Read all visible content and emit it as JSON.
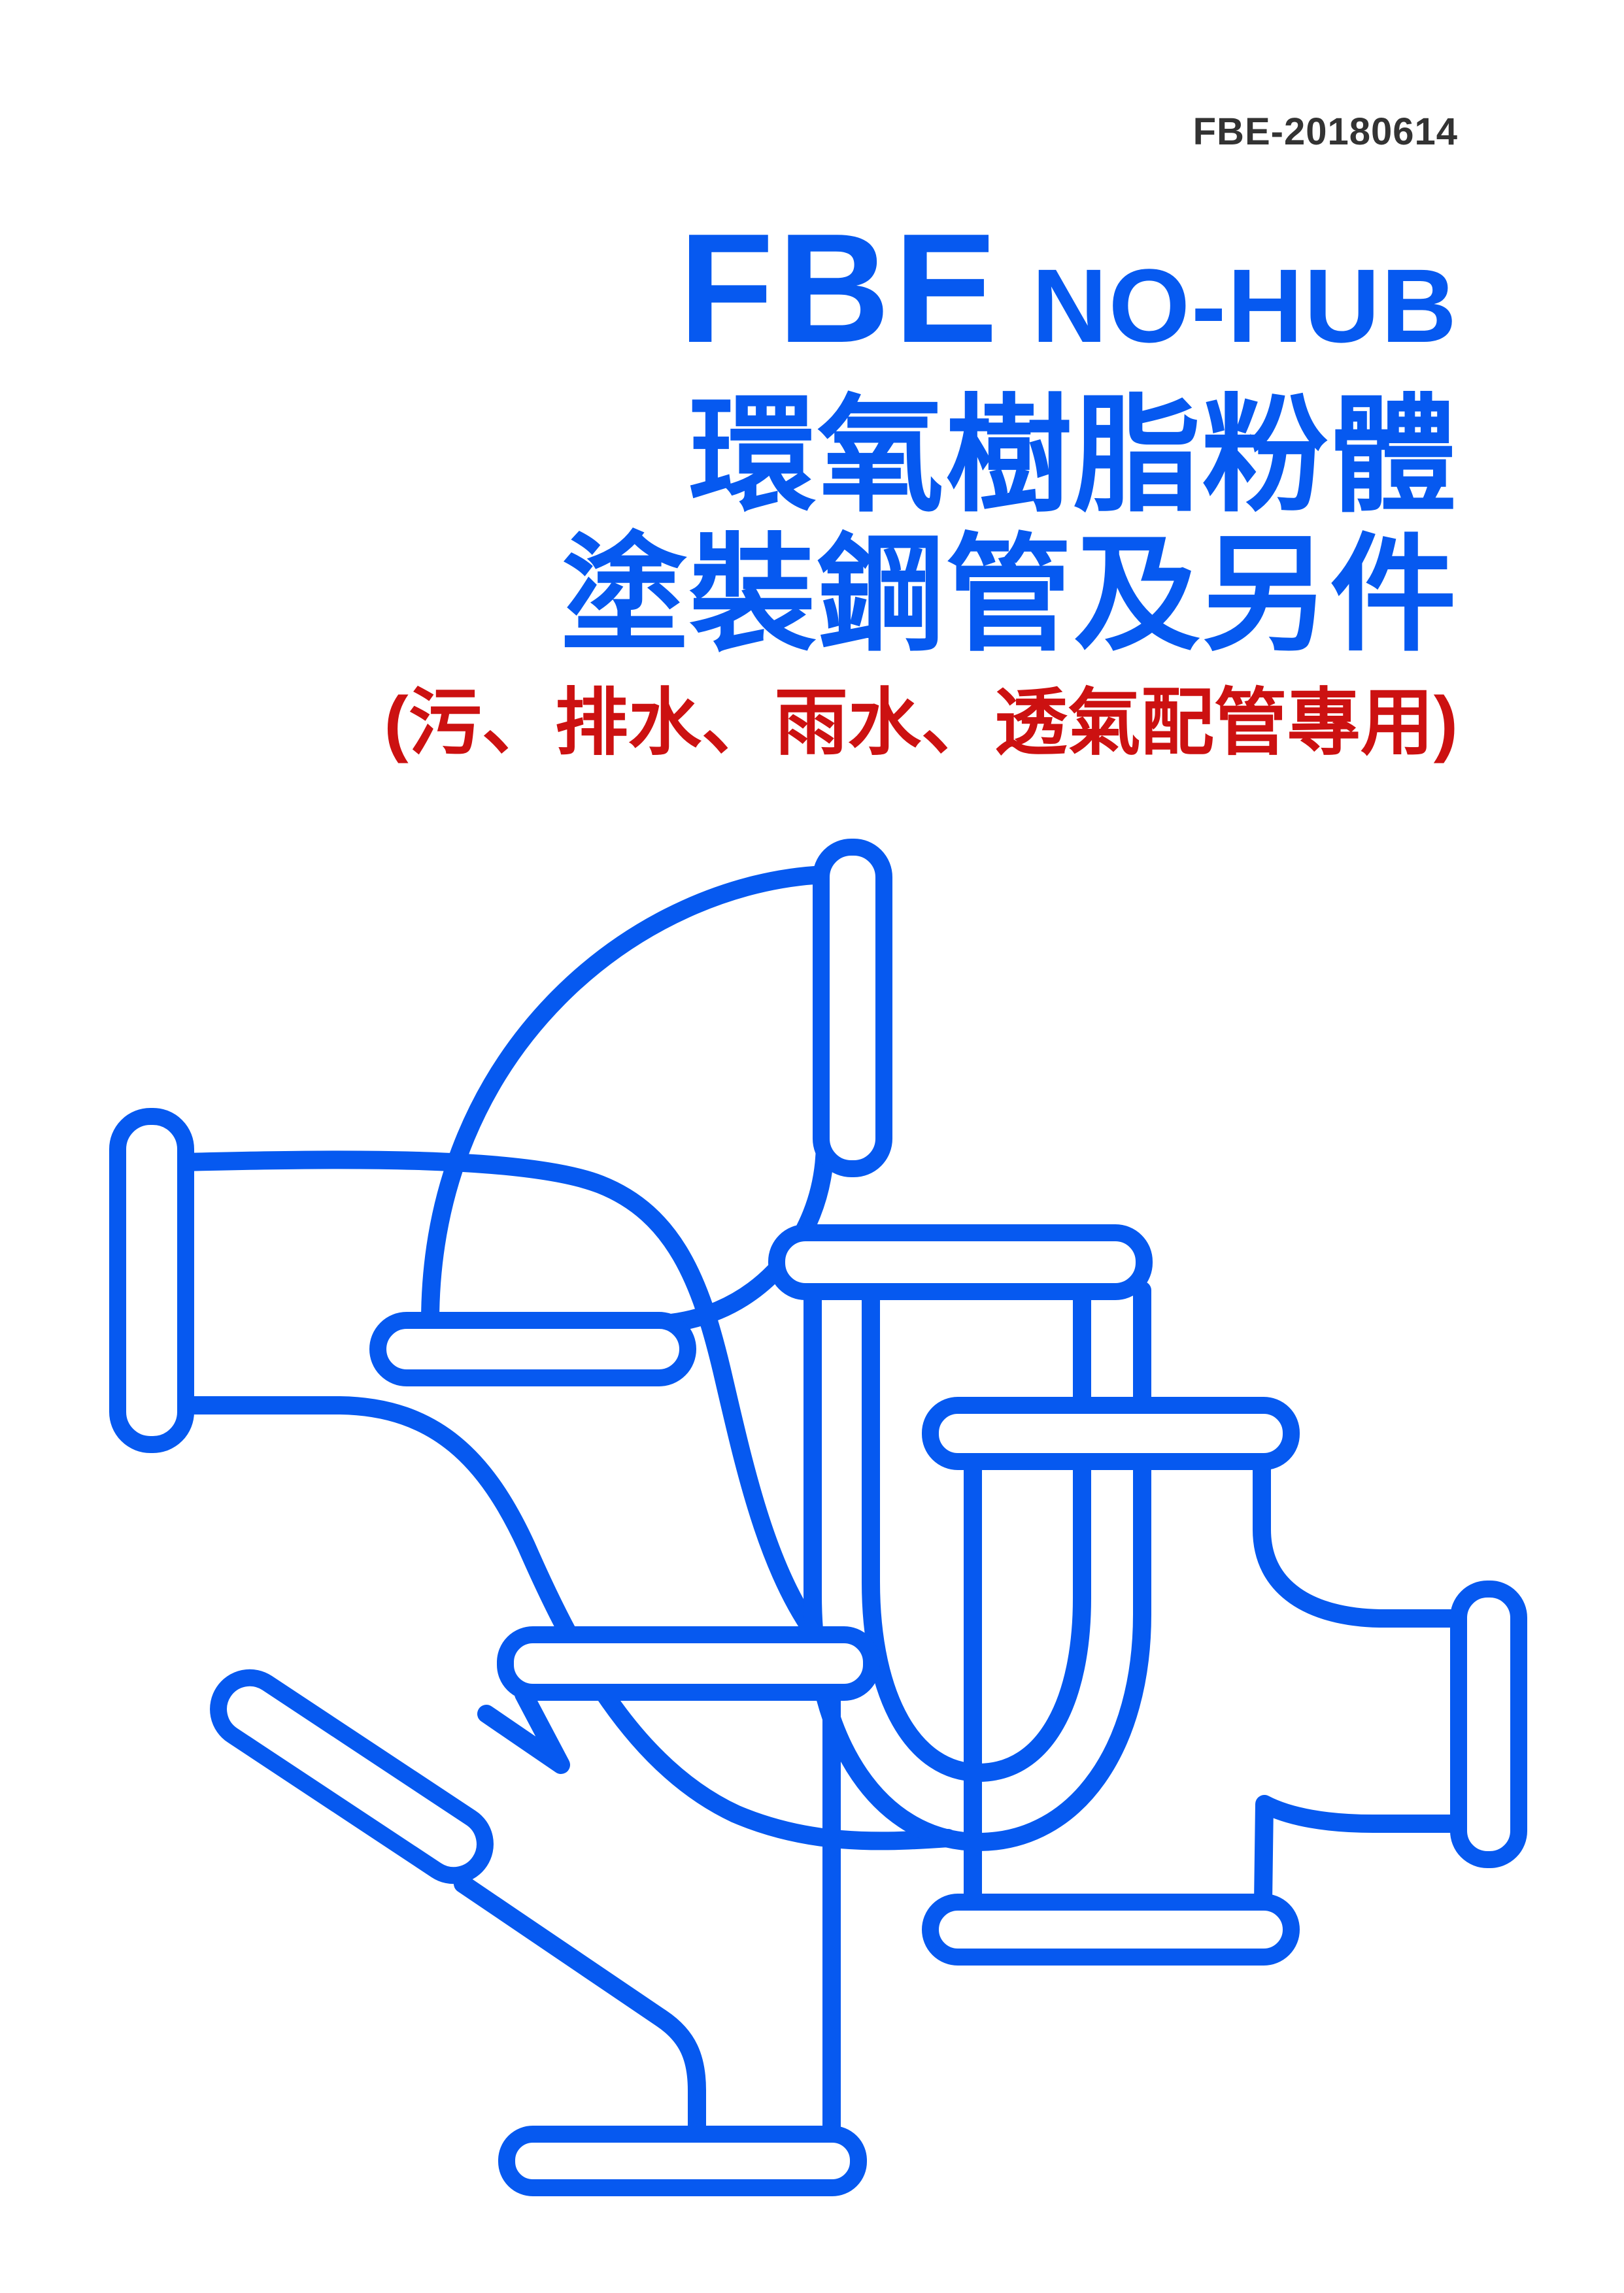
{
  "header": {
    "code": "FBE-20180614"
  },
  "title": {
    "en_main": "FBE",
    "en_sub": "NO-HUB",
    "zh_line1": "環氧樹脂粉體",
    "zh_line2": "塗裝鋼管及另件",
    "subtitle_red": "(污、排水、雨水、透氣配管專用)"
  },
  "colors": {
    "title_blue": "#0659F0",
    "subtitle_red": "#CC1111",
    "code_dark": "#333333",
    "line_art_blue": "#0659F0",
    "background": "#FFFFFF"
  },
  "illustration": {
    "name": "no-hub-pipe-fittings-line-drawing",
    "parts": [
      "quarter-bend-elbow",
      "long-sweep-elbow",
      "return-bend-trap",
      "sanitary-tee",
      "45-degree-wye"
    ]
  }
}
